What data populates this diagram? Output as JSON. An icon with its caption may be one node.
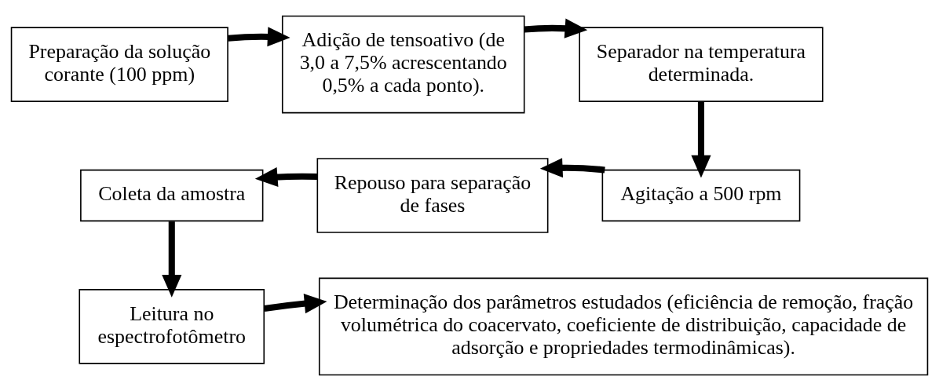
{
  "diagram": {
    "nodes": [
      {
        "text": [
          "Preparação da solução corante (100 ppm)"
        ]
      },
      {
        "text": [
          "Adição de tensoativo (de 3,0 a 7,5% acrescentando 0,5% a cada ponto)."
        ]
      },
      {
        "text": [
          "Separador na temperatura determinada."
        ]
      },
      {
        "text": [
          "Agitação a 500 rpm"
        ]
      },
      {
        "text": [
          "Repouso para separação de fases"
        ]
      },
      {
        "text": [
          "Coleta da amostra"
        ]
      },
      {
        "text": [
          "Leitura no espectrofotômetro"
        ]
      },
      {
        "text": [
          "Determinação dos parâmetros estudados (eficiência de remoção, fração volumétrica do coacervato, coeficiente de distribuição, capacidade de adsorção e propriedades termodinâmicas)."
        ]
      }
    ],
    "edges": [
      {
        "from": 0,
        "to": 1,
        "arrow": "to"
      },
      {
        "from": 1,
        "to": 2,
        "arrow": "to"
      },
      {
        "from": 2,
        "to": 3,
        "arrow": "to"
      },
      {
        "from": 3,
        "to": 4,
        "arrow": "to"
      },
      {
        "from": 4,
        "to": 5,
        "arrow": "to"
      },
      {
        "from": 5,
        "to": 6,
        "arrow": "to"
      },
      {
        "from": 6,
        "to": 7,
        "arrow": "to"
      }
    ]
  }
}
